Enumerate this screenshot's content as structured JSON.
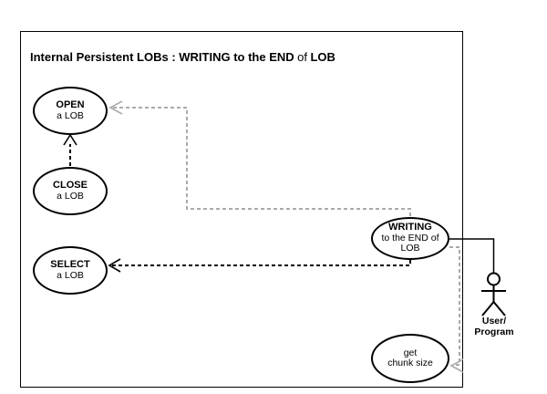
{
  "colors": {
    "line": "#000000",
    "dependency": "#aaaaaa",
    "background": "#ffffff"
  },
  "title": {
    "prefix": "Internal Persistent LOBs : WRITING to the END",
    "of": "of",
    "suffix": "LOB"
  },
  "usecases": {
    "open": {
      "line1": "OPEN",
      "line2": "a LOB"
    },
    "close": {
      "line1": "CLOSE",
      "line2": "a LOB"
    },
    "select": {
      "line1": "SELECT",
      "line2": "a LOB"
    },
    "writing": {
      "line1": "WRITING",
      "line2": "to the END of",
      "line3": "LOB"
    },
    "chunk": {
      "line1": "get",
      "line2": "chunk size"
    }
  },
  "actor": {
    "line1": "User/",
    "line2": "Program"
  },
  "connections": [
    {
      "from": "close-a-lob",
      "to": "open-a-lob",
      "style": "dashed-black"
    },
    {
      "from": "writing-to-end-of-lob",
      "to": "select-a-lob",
      "style": "dashed-black"
    },
    {
      "from": "writing-to-end-of-lob",
      "to": "open-a-lob",
      "style": "dashed-gray"
    },
    {
      "from": "writing-to-end-of-lob",
      "to": "get-chunk-size",
      "style": "dashed-gray"
    },
    {
      "from": "writing-to-end-of-lob",
      "to": "user-program-actor",
      "style": "solid"
    }
  ]
}
